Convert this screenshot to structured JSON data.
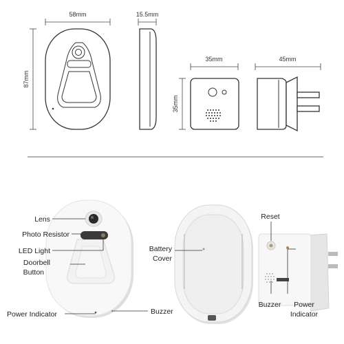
{
  "dimensions": {
    "front_width": "58mm",
    "side_depth": "15.5mm",
    "front_height": "87mm",
    "chime_width": "35mm",
    "chime_height": "35mm",
    "chime_depth": "45mm"
  },
  "labels": {
    "lens": "Lens",
    "photo_resistor": "Photo Resistor",
    "led_light": "LED Light",
    "doorbell_button_line1": "Doorbell",
    "doorbell_button_line2": "Button",
    "power_indicator_left": "Power Indicator",
    "buzzer_left": "Buzzer",
    "battery_cover_line1": "Battery",
    "battery_cover_line2": "Cover",
    "reset": "Reset",
    "buzzer_right": "Buzzer",
    "power_indicator_right_line1": "Power",
    "power_indicator_right_line2": "Indicator"
  },
  "colors": {
    "line": "#333333",
    "device_white": "#f7f7f7",
    "device_shadow": "#dcdcdc",
    "lens_dark": "#2a2a2a"
  }
}
